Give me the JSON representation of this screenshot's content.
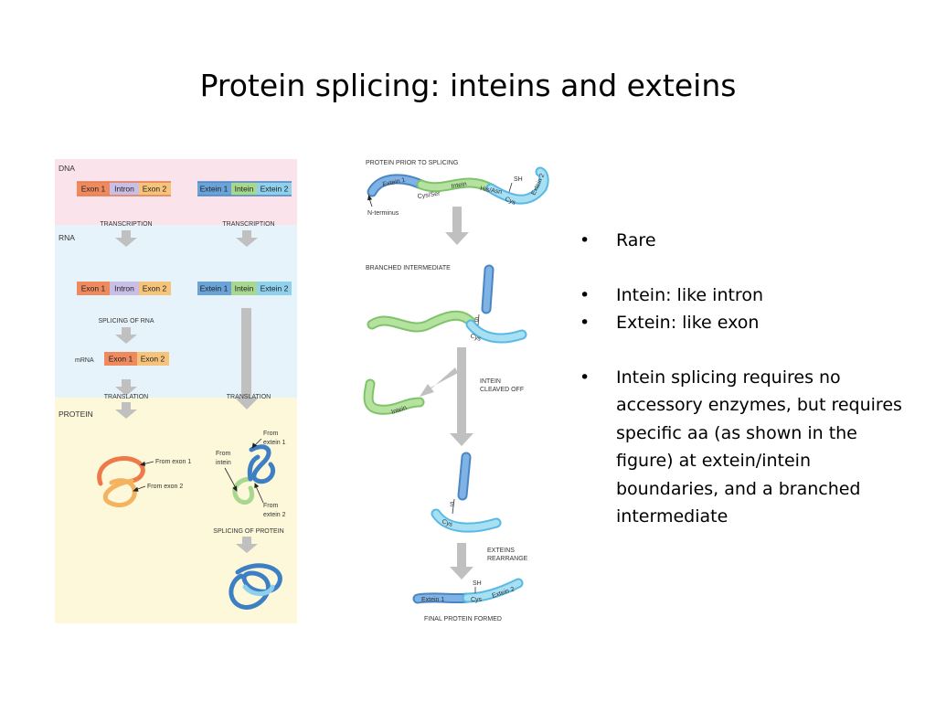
{
  "slide": {
    "title": "Protein splicing: inteins and exteins",
    "bullets": [
      "Rare",
      "Intein: like intron",
      "Extein: like exon",
      "Intein splicing requires no accessory enzymes, but requires specific aa (as shown in the figure) at extein/intein boundaries, and a  branched intermediate"
    ]
  },
  "left_figure": {
    "sections": {
      "dna": "DNA",
      "rna": "RNA",
      "protein": "PROTEIN"
    },
    "gene_segments": {
      "exon1": "Exon 1",
      "intron": "Intron",
      "exon2": "Exon 2"
    },
    "intein_segments": {
      "extein1": "Extein 1",
      "intein": "Intein",
      "extein2": "Extein 2"
    },
    "steps": {
      "transcription": "TRANSCRIPTION",
      "splicing_rna": "SPLICING OF RNA",
      "translation": "TRANSLATION",
      "splicing_protein": "SPLICING OF PROTEIN"
    },
    "mrna_label": "mRNA",
    "annotations": {
      "from_exon1": "From exon 1",
      "from_exon2": "From exon 2",
      "from_extein1_a": "From",
      "from_extein1_b": "extein 1",
      "from_intein_a": "From",
      "from_intein_b": "intein",
      "from_extein2_a": "From",
      "from_extein2_b": "extein 2"
    }
  },
  "right_figure": {
    "protein_prior": "PROTEIN PRIOR TO SPLICING",
    "extein1": "Extein 1",
    "extein2": "Extein 2",
    "cys_ser": "Cys/Ser",
    "intein": "Intein",
    "his_asn": "His/Asn",
    "cys": "Cys",
    "sh": "SH",
    "n_terminus": "N-terminus",
    "branched": "BRANCHED INTERMEDIATE",
    "s": "S",
    "intein_cleaved_a": "INTEIN",
    "intein_cleaved_b": "CLEAVED OFF",
    "exteins_rearrange_a": "EXTEINS",
    "exteins_rearrange_b": "REARRANGE",
    "final": "FINAL PROTEIN FORMED"
  },
  "colors": {
    "dna_band": "#fbe3ec",
    "rna_band": "#e6f3fb",
    "protein_band": "#fdf8d9",
    "exon1": "#ee8a5e",
    "intron": "#c9bfe6",
    "exon2": "#f6c37b",
    "extein1": "#6aa3d8",
    "intein": "#a8d88f",
    "extein2": "#8fd0ec",
    "arrow": "#c0c0c0"
  }
}
